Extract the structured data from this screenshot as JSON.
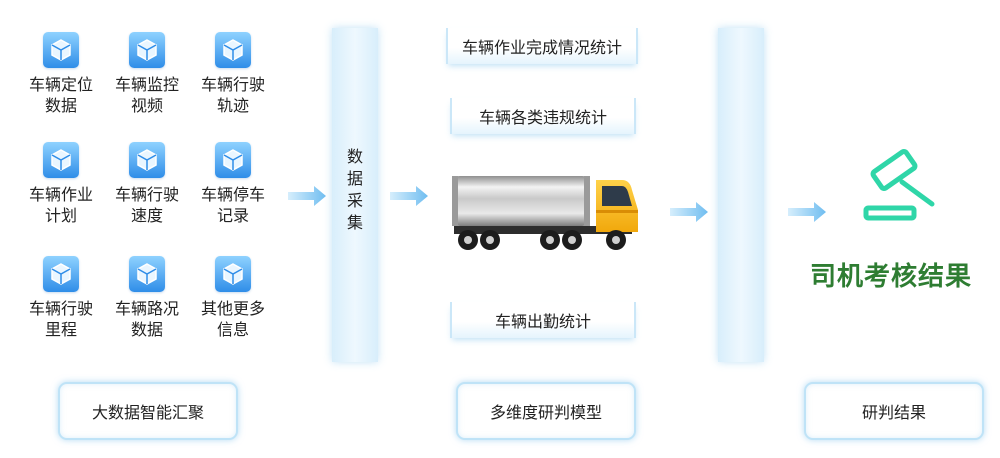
{
  "data_sources": [
    {
      "label": "车辆定位\n数据",
      "icon": "cube-icon"
    },
    {
      "label": "车辆监控\n视频",
      "icon": "cube-icon"
    },
    {
      "label": "车辆行驶\n轨迹",
      "icon": "cube-icon"
    },
    {
      "label": "车辆作业\n计划",
      "icon": "cube-icon"
    },
    {
      "label": "车辆行驶\n速度",
      "icon": "cube-icon"
    },
    {
      "label": "车辆停车\n记录",
      "icon": "cube-icon"
    },
    {
      "label": "车辆行驶\n里程",
      "icon": "cube-icon"
    },
    {
      "label": "车辆路况\n数据",
      "icon": "cube-icon"
    },
    {
      "label": "其他更多\n信息",
      "icon": "cube-icon"
    }
  ],
  "collection_bar": {
    "label": "数\n据\n采\n集"
  },
  "stats": {
    "job_completion": "车辆作业完成情况统计",
    "violation": "车辆各类违规统计",
    "attendance": "车辆出勤统计"
  },
  "result": {
    "label": "司机考核结果",
    "icon": "gavel-icon",
    "color": "#2e7d32"
  },
  "footers": {
    "aggregation": "大数据智能汇聚",
    "model": "多维度研判模型",
    "judgement": "研判结果"
  },
  "colors": {
    "accent": "#2f8de8",
    "bar_glow": "#cbe7f8",
    "result_green": "#2e7d32",
    "gavel": "#2fd6a8"
  }
}
